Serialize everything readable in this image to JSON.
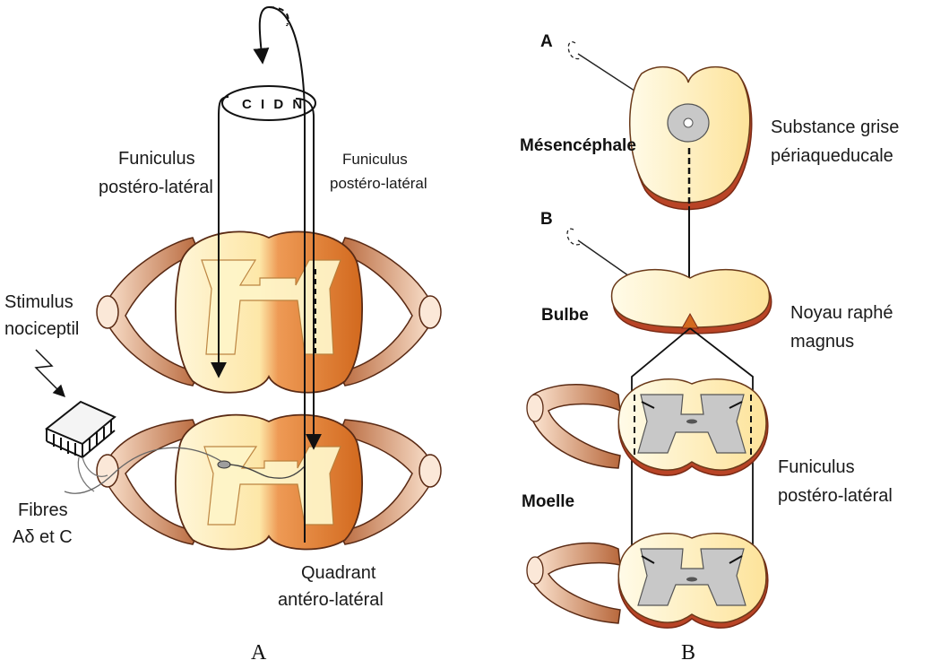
{
  "panel_a": {
    "cidn": "C I D N",
    "funiculus_left": [
      "Funiculus",
      "postéro-latéral"
    ],
    "funiculus_right": [
      "Funiculus",
      "postéro-latéral"
    ],
    "stimulus": [
      "Stimulus",
      "nociceptil"
    ],
    "fibres": [
      "Fibres",
      "Aδ et C"
    ],
    "quadrant": [
      "Quadrant",
      "antéro-latéral"
    ],
    "caption": "A"
  },
  "panel_b": {
    "label_a": "A",
    "label_b": "B",
    "mesencephale": "Mésencéphale",
    "substance": [
      "Substance grise",
      "périaqueducale"
    ],
    "bulbe": "Bulbe",
    "noyau": [
      "Noyau raphé",
      "magnus"
    ],
    "funiculus": [
      "Funiculus",
      "postéro-latéral"
    ],
    "moelle": "Moelle",
    "caption": "B"
  },
  "colors": {
    "dark_orange": "#d2691e",
    "light_cream": "#fff2c2",
    "brown": "#8b4a2b",
    "red_edge": "#c8391c",
    "grey": "#c8c8c8"
  }
}
